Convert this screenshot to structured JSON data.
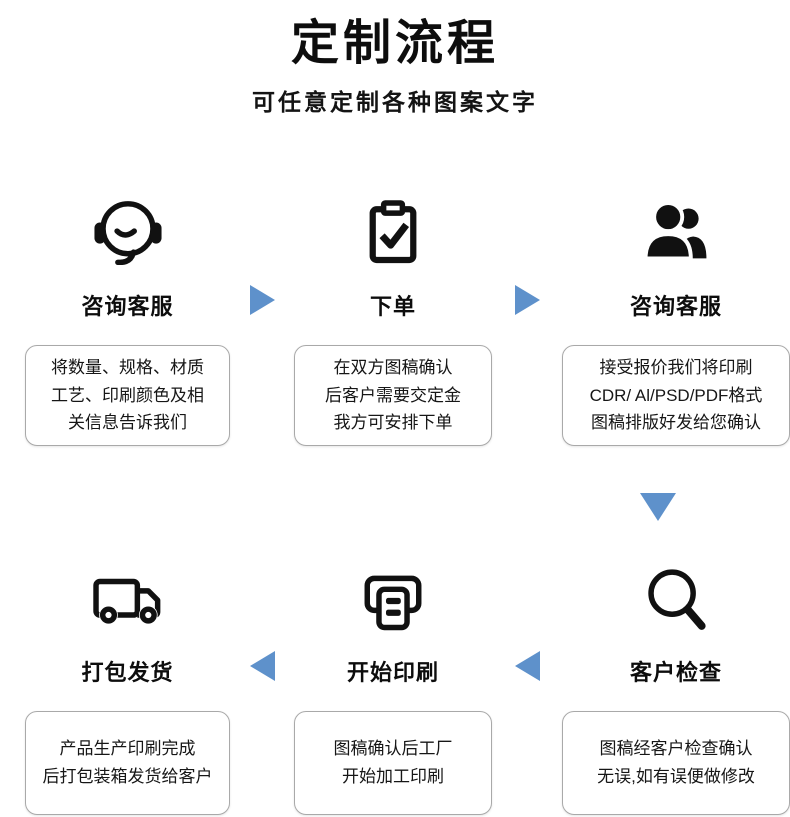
{
  "page": {
    "title": "定制流程",
    "subtitle": "可任意定制各种图案文字"
  },
  "colors": {
    "accent": "#5E91CB",
    "icon": "#111111",
    "box_border": "#A9A9A9",
    "text": "#1C1C1C"
  },
  "steps": [
    {
      "icon": "headset-icon",
      "label": "咨询客服",
      "lines": [
        "将数量、规格、材质",
        "工艺、印刷颜色及相",
        "关信息告诉我们"
      ]
    },
    {
      "icon": "clipboard-check-icon",
      "label": "下单",
      "lines": [
        "在双方图稿确认",
        "后客户需要交定金",
        "我方可安排下单"
      ]
    },
    {
      "icon": "people-icon",
      "label": "咨询客服",
      "lines": [
        "接受报价我们将印刷",
        "CDR/ Al/PSD/PDF格式",
        "图稿排版好发给您确认"
      ]
    },
    {
      "icon": "magnifier-icon",
      "label": "客户检查",
      "lines": [
        "图稿经客户检查确认",
        "无误,如有误便做修改"
      ]
    },
    {
      "icon": "printer-icon",
      "label": "开始印刷",
      "lines": [
        "图稿确认后工厂",
        "开始加工印刷"
      ]
    },
    {
      "icon": "truck-icon",
      "label": "打包发货",
      "lines": [
        "产品生产印刷完成",
        "后打包装箱发货给客户"
      ]
    }
  ]
}
